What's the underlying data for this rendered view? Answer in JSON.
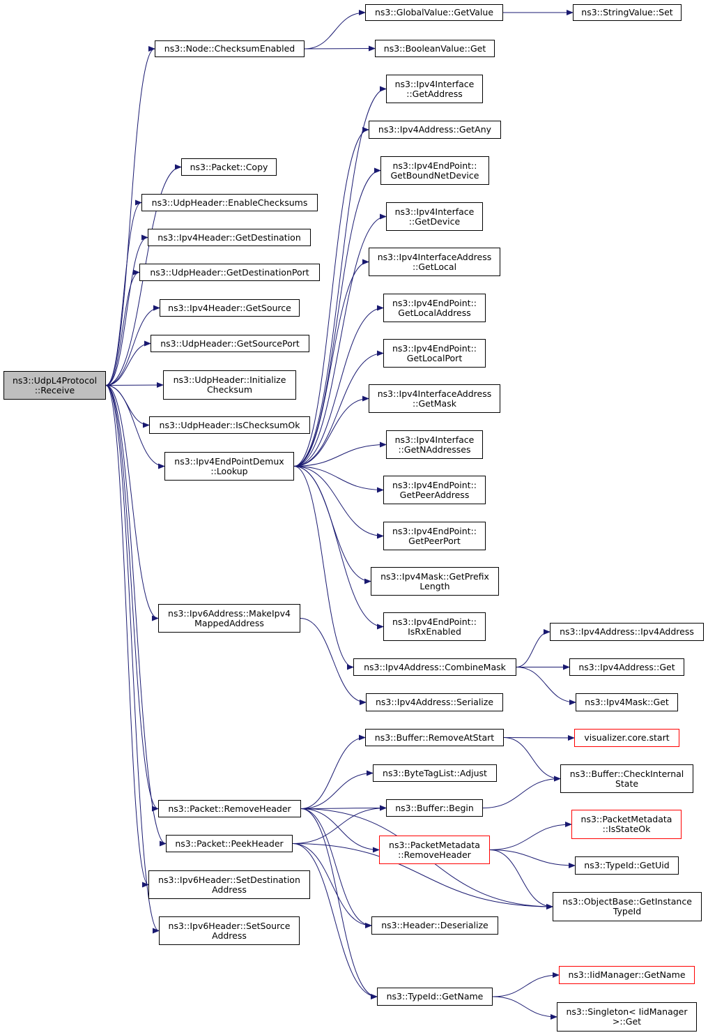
{
  "colors": {
    "edge": "#191970",
    "root_fill": "#bfbfbf",
    "truncated_border": "#ff0000",
    "border": "#000000"
  },
  "nodes": [
    {
      "id": "receive",
      "label": "ns3::UdpL4Protocol\n::Receive",
      "root": true
    },
    {
      "id": "checksum-enabled",
      "label": "ns3::Node::ChecksumEnabled"
    },
    {
      "id": "globalvalue-getvalue",
      "label": "ns3::GlobalValue::GetValue"
    },
    {
      "id": "stringvalue-set",
      "label": "ns3::StringValue::Set"
    },
    {
      "id": "booleanvalue-get",
      "label": "ns3::BooleanValue::Get"
    },
    {
      "id": "packet-copy",
      "label": "ns3::Packet::Copy"
    },
    {
      "id": "udpheader-enablechecksums",
      "label": "ns3::UdpHeader::EnableChecksums"
    },
    {
      "id": "ipv4header-getdestination",
      "label": "ns3::Ipv4Header::GetDestination"
    },
    {
      "id": "udpheader-getdestinationport",
      "label": "ns3::UdpHeader::GetDestinationPort"
    },
    {
      "id": "ipv4header-getsource",
      "label": "ns3::Ipv4Header::GetSource"
    },
    {
      "id": "udpheader-getsourceport",
      "label": "ns3::UdpHeader::GetSourcePort"
    },
    {
      "id": "udpheader-initializechecksum",
      "label": "ns3::UdpHeader::Initialize\nChecksum"
    },
    {
      "id": "udpheader-ischecksumok",
      "label": "ns3::UdpHeader::IsChecksumOk"
    },
    {
      "id": "endpointdemux-lookup",
      "label": "ns3::Ipv4EndPointDemux\n::Lookup"
    },
    {
      "id": "ipv4interface-getaddress",
      "label": "ns3::Ipv4Interface\n::GetAddress"
    },
    {
      "id": "ipv4address-getany",
      "label": "ns3::Ipv4Address::GetAny"
    },
    {
      "id": "endpoint-getboundnetdevice",
      "label": "ns3::Ipv4EndPoint::\nGetBoundNetDevice"
    },
    {
      "id": "ipv4interface-getdevice",
      "label": "ns3::Ipv4Interface\n::GetDevice"
    },
    {
      "id": "interfaceaddress-getlocal",
      "label": "ns3::Ipv4InterfaceAddress\n::GetLocal"
    },
    {
      "id": "endpoint-getlocaladdress",
      "label": "ns3::Ipv4EndPoint::\nGetLocalAddress"
    },
    {
      "id": "endpoint-getlocalport",
      "label": "ns3::Ipv4EndPoint::\nGetLocalPort"
    },
    {
      "id": "interfaceaddress-getmask",
      "label": "ns3::Ipv4InterfaceAddress\n::GetMask"
    },
    {
      "id": "ipv4interface-getnaddresses",
      "label": "ns3::Ipv4Interface\n::GetNAddresses"
    },
    {
      "id": "endpoint-getpeeraddress",
      "label": "ns3::Ipv4EndPoint::\nGetPeerAddress"
    },
    {
      "id": "endpoint-getpeerport",
      "label": "ns3::Ipv4EndPoint::\nGetPeerPort"
    },
    {
      "id": "ipv4mask-getprefixlength",
      "label": "ns3::Ipv4Mask::GetPrefix\nLength"
    },
    {
      "id": "endpoint-isrxenabled",
      "label": "ns3::Ipv4EndPoint::\nIsRxEnabled"
    },
    {
      "id": "ipv6address-makeipv4mappedaddress",
      "label": "ns3::Ipv6Address::MakeIpv4\nMappedAddress"
    },
    {
      "id": "ipv4address-ipv4address",
      "label": "ns3::Ipv4Address::Ipv4Address"
    },
    {
      "id": "ipv4address-combinemask",
      "label": "ns3::Ipv4Address::CombineMask"
    },
    {
      "id": "ipv4address-get",
      "label": "ns3::Ipv4Address::Get"
    },
    {
      "id": "ipv4address-serialize",
      "label": "ns3::Ipv4Address::Serialize"
    },
    {
      "id": "ipv4mask-get",
      "label": "ns3::Ipv4Mask::Get"
    },
    {
      "id": "buffer-removeatstart",
      "label": "ns3::Buffer::RemoveAtStart"
    },
    {
      "id": "visualizer-core-start",
      "label": "visualizer.core.start",
      "truncated": true
    },
    {
      "id": "bytetaglist-adjust",
      "label": "ns3::ByteTagList::Adjust"
    },
    {
      "id": "buffer-checkinternalstate",
      "label": "ns3::Buffer::CheckInternal\nState"
    },
    {
      "id": "packet-removeheader",
      "label": "ns3::Packet::RemoveHeader"
    },
    {
      "id": "buffer-begin",
      "label": "ns3::Buffer::Begin"
    },
    {
      "id": "packetmetadata-isstateok",
      "label": "ns3::PacketMetadata\n::IsStateOk",
      "truncated": true
    },
    {
      "id": "packet-peekheader",
      "label": "ns3::Packet::PeekHeader"
    },
    {
      "id": "packetmetadata-removeheader",
      "label": "ns3::PacketMetadata\n::RemoveHeader",
      "truncated": true
    },
    {
      "id": "typeid-getuid",
      "label": "ns3::TypeId::GetUid"
    },
    {
      "id": "ipv6header-setdestinationaddress",
      "label": "ns3::Ipv6Header::SetDestination\nAddress"
    },
    {
      "id": "objectbase-getinstancetypeid",
      "label": "ns3::ObjectBase::GetInstance\nTypeId"
    },
    {
      "id": "header-deserialize",
      "label": "ns3::Header::Deserialize"
    },
    {
      "id": "ipv6header-setsourceaddress",
      "label": "ns3::Ipv6Header::SetSource\nAddress"
    },
    {
      "id": "iidmanager-getname",
      "label": "ns3::IidManager::GetName",
      "truncated": true
    },
    {
      "id": "typeid-getname",
      "label": "ns3::TypeId::GetName"
    },
    {
      "id": "singleton-iidmanager-get",
      "label": "ns3::Singleton< IidManager\n>::Get"
    }
  ],
  "edges": [
    [
      "receive",
      "checksum-enabled"
    ],
    [
      "receive",
      "packet-copy"
    ],
    [
      "receive",
      "udpheader-enablechecksums"
    ],
    [
      "receive",
      "ipv4header-getdestination"
    ],
    [
      "receive",
      "udpheader-getdestinationport"
    ],
    [
      "receive",
      "ipv4header-getsource"
    ],
    [
      "receive",
      "udpheader-getsourceport"
    ],
    [
      "receive",
      "udpheader-initializechecksum"
    ],
    [
      "receive",
      "udpheader-ischecksumok"
    ],
    [
      "receive",
      "endpointdemux-lookup"
    ],
    [
      "receive",
      "ipv6address-makeipv4mappedaddress"
    ],
    [
      "receive",
      "packet-removeheader"
    ],
    [
      "receive",
      "packet-peekheader"
    ],
    [
      "receive",
      "ipv6header-setdestinationaddress"
    ],
    [
      "receive",
      "ipv6header-setsourceaddress"
    ],
    [
      "checksum-enabled",
      "globalvalue-getvalue"
    ],
    [
      "checksum-enabled",
      "booleanvalue-get"
    ],
    [
      "globalvalue-getvalue",
      "stringvalue-set"
    ],
    [
      "endpointdemux-lookup",
      "ipv4interface-getaddress"
    ],
    [
      "endpointdemux-lookup",
      "ipv4address-getany"
    ],
    [
      "endpointdemux-lookup",
      "endpoint-getboundnetdevice"
    ],
    [
      "endpointdemux-lookup",
      "ipv4interface-getdevice"
    ],
    [
      "endpointdemux-lookup",
      "interfaceaddress-getlocal"
    ],
    [
      "endpointdemux-lookup",
      "endpoint-getlocaladdress"
    ],
    [
      "endpointdemux-lookup",
      "endpoint-getlocalport"
    ],
    [
      "endpointdemux-lookup",
      "interfaceaddress-getmask"
    ],
    [
      "endpointdemux-lookup",
      "ipv4interface-getnaddresses"
    ],
    [
      "endpointdemux-lookup",
      "endpoint-getpeeraddress"
    ],
    [
      "endpointdemux-lookup",
      "endpoint-getpeerport"
    ],
    [
      "endpointdemux-lookup",
      "ipv4mask-getprefixlength"
    ],
    [
      "endpointdemux-lookup",
      "endpoint-isrxenabled"
    ],
    [
      "endpointdemux-lookup",
      "ipv4address-combinemask"
    ],
    [
      "ipv4address-combinemask",
      "ipv4address-ipv4address"
    ],
    [
      "ipv4address-combinemask",
      "ipv4address-get"
    ],
    [
      "ipv4address-combinemask",
      "ipv4mask-get"
    ],
    [
      "ipv6address-makeipv4mappedaddress",
      "ipv4address-serialize"
    ],
    [
      "packet-removeheader",
      "buffer-removeatstart"
    ],
    [
      "packet-removeheader",
      "bytetaglist-adjust"
    ],
    [
      "packet-removeheader",
      "buffer-begin"
    ],
    [
      "packet-removeheader",
      "packetmetadata-removeheader"
    ],
    [
      "packet-removeheader",
      "objectbase-getinstancetypeid"
    ],
    [
      "packet-removeheader",
      "header-deserialize"
    ],
    [
      "packet-removeheader",
      "typeid-getname"
    ],
    [
      "packet-peekheader",
      "buffer-begin"
    ],
    [
      "packet-peekheader",
      "header-deserialize"
    ],
    [
      "packet-peekheader",
      "objectbase-getinstancetypeid"
    ],
    [
      "packet-peekheader",
      "typeid-getname"
    ],
    [
      "buffer-removeatstart",
      "visualizer-core-start"
    ],
    [
      "buffer-removeatstart",
      "buffer-checkinternalstate"
    ],
    [
      "buffer-begin",
      "buffer-checkinternalstate"
    ],
    [
      "packetmetadata-removeheader",
      "packetmetadata-isstateok"
    ],
    [
      "packetmetadata-removeheader",
      "typeid-getuid"
    ],
    [
      "packetmetadata-removeheader",
      "objectbase-getinstancetypeid"
    ],
    [
      "typeid-getname",
      "iidmanager-getname"
    ],
    [
      "typeid-getname",
      "singleton-iidmanager-get"
    ]
  ]
}
